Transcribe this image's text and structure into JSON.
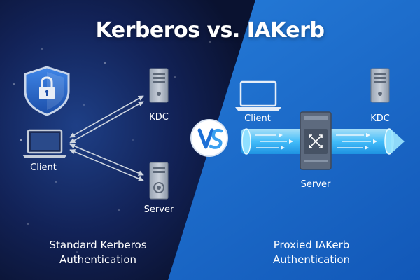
{
  "title": "Kerberos vs. IAKerb",
  "left": {
    "client_label": "Client",
    "kdc_label": "KDC",
    "server_label": "Server",
    "caption_line1": "Standard Kerberos",
    "caption_line2": "Authentication"
  },
  "right": {
    "client_label": "Client",
    "kdc_label": "KDC",
    "server_label": "Server",
    "caption_line1": "Proxied IAKerb",
    "caption_line2": "Authentication"
  },
  "icons": {
    "shield": "shield-lock-icon",
    "laptop": "laptop-icon",
    "server": "server-tower-icon",
    "proxy": "proxy-arrows-icon",
    "logo": "vs-logo"
  },
  "colors": {
    "left_bg": "#0f1a3a",
    "right_bg": "#1d6fd0",
    "accent": "#6fd0ff",
    "icon_gray": "#b9c2cf"
  }
}
